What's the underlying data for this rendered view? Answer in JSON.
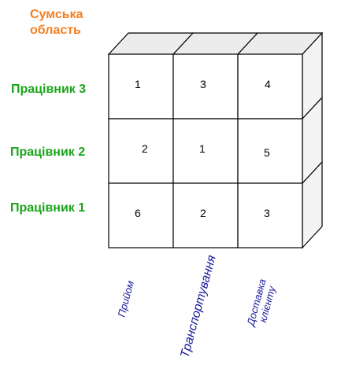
{
  "title": "Сумська область",
  "workers": [
    "Працівник 3",
    "Працівник 2",
    "Працівник 1"
  ],
  "operations": [
    "Прийом",
    "Транспортування",
    "Доставка клієнту"
  ],
  "operation_lines": [
    [
      "Прийом"
    ],
    [
      "Транспортування"
    ],
    [
      "Доставка",
      "клієнту"
    ]
  ],
  "grid": [
    [
      "1",
      "3",
      "4"
    ],
    [
      "2",
      "1",
      "5"
    ],
    [
      "6",
      "2",
      "3"
    ]
  ],
  "colors": {
    "title": "#f47f20",
    "workers": "#1aa51a",
    "operations": "#1a1a9c",
    "face_top": "#ececec",
    "face_side": "#f4f4f4",
    "face_front": "#ffffff",
    "stroke": "#000000"
  }
}
